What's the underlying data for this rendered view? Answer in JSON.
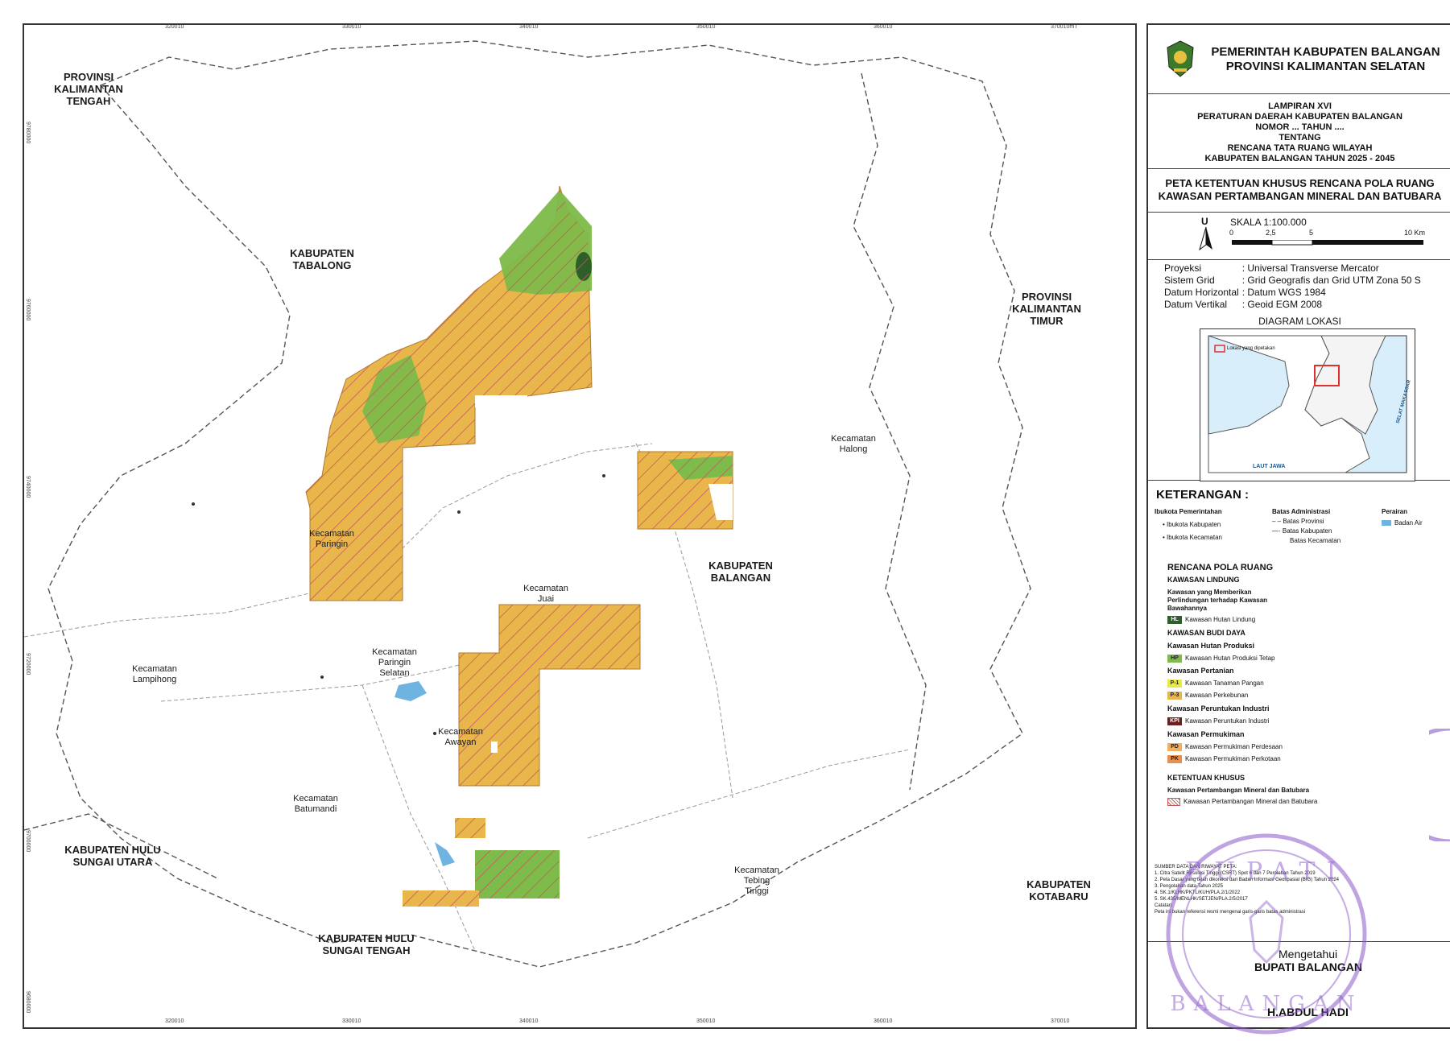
{
  "map": {
    "top_grid_labels": [
      "320010",
      "330010",
      "340010",
      "350010",
      "360010",
      "370010mT"
    ],
    "bottom_grid_labels": [
      "320010",
      "330010",
      "340010",
      "350010",
      "360010",
      "370010"
    ],
    "left_grid_labels": [
      "9780000",
      "9760000",
      "9740000",
      "9720000",
      "9700000",
      "9680000"
    ],
    "regions": {
      "prov_kalteng": "PROVINSI\nKALIMANTAN\nTENGAH",
      "kab_tabalong": "KABUPATEN\nTABALONG",
      "prov_kaltim": "PROVINSI\nKALIMANTAN\nTIMUR",
      "kab_balangan": "KABUPATEN\nBALANGAN",
      "kab_hsu": "KABUPATEN HULU\nSUNGAI UTARA",
      "kab_hst": "KABUPATEN HULU\nSUNGAI TENGAH",
      "kab_kotabaru": "KABUPATEN\nKOTABARU"
    },
    "kecamatan": {
      "halong": "Kecamatan\nHalong",
      "paringin": "Kecamatan\nParingin",
      "juai": "Kecamatan\nJuai",
      "paringin_selatan": "Kecamatan\nParingin\nSelatan",
      "lampihong": "Kecamatan\nLampihong",
      "awayan": "Kecamatan\nAwayan",
      "batumandi": "Kecamatan\nBatumandi",
      "tebing_tinggi": "Kecamatan\nTebing\nTinggi"
    },
    "colors": {
      "perkebunan": "#e8b64a",
      "hutan_produksi": "#7dbb4a",
      "hutan_lindung": "#2e5e2a",
      "hatch": "#c65a5a",
      "boundary": "#555555",
      "water": "#6fb3e0"
    }
  },
  "panel": {
    "header": {
      "line1": "PEMERINTAH KABUPATEN BALANGAN",
      "line2": "PROVINSI KALIMANTAN SELATAN"
    },
    "lampiran": [
      "LAMPIRAN XVI",
      "PERATURAN DAERAH KABUPATEN BALANGAN",
      "NOMOR ... TAHUN ....",
      "TENTANG",
      "RENCANA TATA RUANG WILAYAH",
      "KABUPATEN BALANGAN TAHUN 2025 - 2045"
    ],
    "peta_title": [
      "PETA KETENTUAN KHUSUS RENCANA POLA RUANG",
      "KAWASAN PERTAMBANGAN MINERAL DAN BATUBARA"
    ],
    "north": "U",
    "scale": {
      "label": "SKALA  1:100.000",
      "ticks": [
        "0",
        "2,5",
        "5",
        "10 Km"
      ]
    },
    "projection": [
      {
        "k": "Proyeksi",
        "v": ": Universal Transverse Mercator"
      },
      {
        "k": "Sistem Grid",
        "v": ": Grid Geografis dan Grid UTM Zona 50 S"
      },
      {
        "k": "Datum Horizontal",
        "v": ": Datum WGS 1984"
      },
      {
        "k": "Datum Vertikal",
        "v": ": Geoid EGM 2008"
      }
    ],
    "diagram_title": "DIAGRAM LOKASI",
    "diagram_inset": {
      "legend": "Lokasi yang dipetakan",
      "sea1": "SELAT MAKASSAR",
      "sea2": "LAUT JAWA"
    },
    "keterangan": "KETERANGAN :",
    "ibukota": {
      "title": "Ibukota Pemerintahan",
      "a": "Ibukota Kabupaten",
      "b": "Ibukota Kecamatan"
    },
    "batas": {
      "title": "Batas Administrasi",
      "a": "Batas Provinsi",
      "b": "Batas Kabupaten",
      "c": "Batas Kecamatan"
    },
    "perairan": {
      "title": "Perairan",
      "a": "Badan Air"
    },
    "pola": {
      "title": "RENCANA POLA RUANG",
      "lindung": "KAWASAN LINDUNG",
      "lindung_sub": "Kawasan yang Memberikan\nPerlindungan terhadap Kawasan\nBawahannya",
      "hl_code": "HL",
      "hl": "Kawasan Hutan Lindung",
      "budidaya": "KAWASAN BUDI DAYA",
      "hp_title": "Kawasan Hutan Produksi",
      "hp_code": "HP",
      "hp": "Kawasan Hutan Produksi Tetap",
      "pertanian": "Kawasan Pertanian",
      "p1_code": "P-1",
      "p1": "Kawasan Tanaman Pangan",
      "p3_code": "P-3",
      "p3": "Kawasan Perkebunan",
      "industri": "Kawasan Peruntukan Industri",
      "ki_code": "KPI",
      "ki": "Kawasan Peruntukan Industri",
      "permukiman": "Kawasan Permukiman",
      "pd_code": "PD",
      "pd": "Kawasan Permukiman Perdesaan",
      "pk_code": "PK",
      "pk": "Kawasan Permukiman Perkotaan",
      "khusus": "KETENTUAN KHUSUS",
      "tambang_title": "Kawasan Pertambangan Mineral dan Batubara",
      "tambang": "Kawasan Pertambangan Mineral dan Batubara"
    },
    "sumber": [
      "SUMBER DATA DAN RIWAYAT PETA:",
      "1. Citra Satelit Resolusi Tinggi (CSRT) Spot 6 dan 7 Perolehan Tahun 2019",
      "2. Peta Dasar yang telah dikoreksi dari Badan Informasi Geospasial (BIG) Tahun 2024",
      "3. Pengolahan data Tahun 2025",
      "4. SK.1/KLHK/PKTL/KUH/PLA.2/1/2022",
      "5. SK.435/MENLHK/SETJEN/PLA.2/5/2017",
      "Catatan:",
      "Peta ini bukan referensi resmi mengenai garis-garis batas administrasi"
    ],
    "sign": {
      "mengetahui": "Mengetahui",
      "jabatan": "BUPATI BALANGAN",
      "nama": "H.ABDUL HADI"
    },
    "stamp_text": [
      "BUPATI",
      "BALANGAN"
    ]
  }
}
